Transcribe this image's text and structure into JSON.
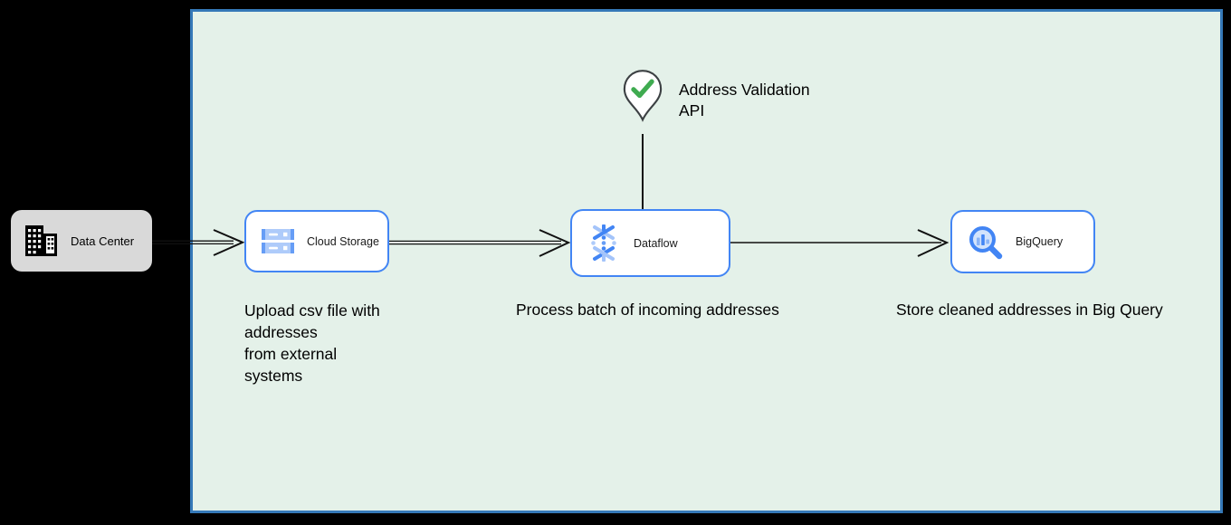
{
  "window": {
    "background": "#000000"
  },
  "diagram": {
    "background": "#e4f1e9",
    "border_color": "#3579b8"
  },
  "data_center": {
    "label": "Data Center",
    "background": "#d9d9d9",
    "icon": "building-icon"
  },
  "nodes": {
    "cloud_storage": {
      "label": "Cloud Storage",
      "icon": "cloud-storage-icon"
    },
    "dataflow": {
      "label": "Dataflow",
      "icon": "dataflow-icon"
    },
    "bigquery": {
      "label": "BigQuery",
      "icon": "bigquery-icon"
    }
  },
  "annotation": {
    "line1": "Address Validation",
    "line2": "API",
    "icon": "map-pin-check-icon",
    "check_color": "#3fab50"
  },
  "captions": {
    "upload_lines": [
      "Upload csv file with",
      "addresses",
      "from external",
      "systems"
    ],
    "process": "Process batch of incoming addresses",
    "store": "Store cleaned addresses in Big Query"
  },
  "colors": {
    "node_border": "#4285f4",
    "icon_blue": "#4285f4",
    "icon_medium_blue": "#669df6",
    "icon_light_blue": "#aecbfa",
    "arrow": "#111111",
    "pin_outline": "#3c4043"
  }
}
